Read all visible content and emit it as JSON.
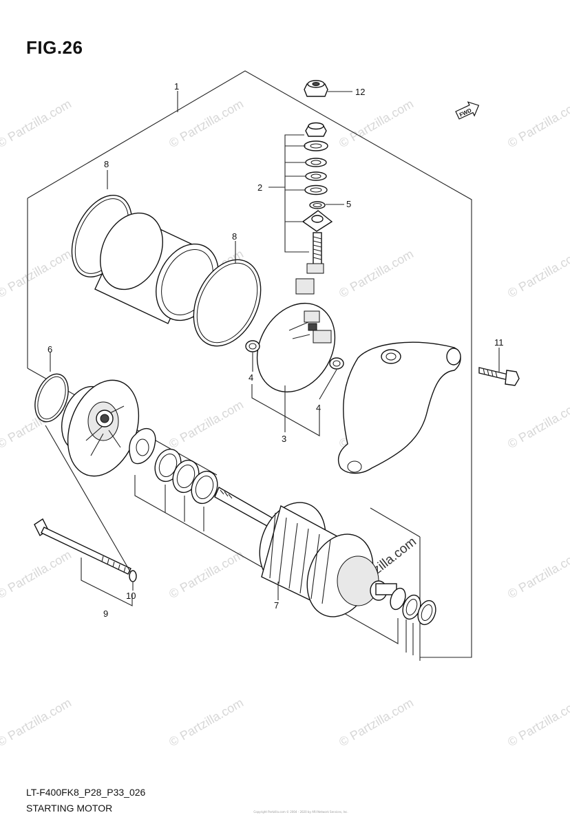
{
  "figure": {
    "title": "FIG.26",
    "model_code": "LT-F400FK8_P28_P33_026",
    "name": "STARTING MOTOR",
    "copyright": "Copyright Partzilla.com © 2004 - 2020 by ARI Network Services, Inc."
  },
  "fwd_badge": "FWD",
  "watermark": {
    "text": "© Partzilla.com",
    "center_text": "© Partzilla.com"
  },
  "callouts": [
    {
      "id": "1",
      "label": "1"
    },
    {
      "id": "2",
      "label": "2"
    },
    {
      "id": "3",
      "label": "3"
    },
    {
      "id": "4a",
      "label": "4"
    },
    {
      "id": "4b",
      "label": "4"
    },
    {
      "id": "5",
      "label": "5"
    },
    {
      "id": "6",
      "label": "6"
    },
    {
      "id": "7",
      "label": "7"
    },
    {
      "id": "8a",
      "label": "8"
    },
    {
      "id": "8b",
      "label": "8"
    },
    {
      "id": "9",
      "label": "9"
    },
    {
      "id": "10",
      "label": "10"
    },
    {
      "id": "11",
      "label": "11"
    },
    {
      "id": "12",
      "label": "12"
    }
  ]
}
